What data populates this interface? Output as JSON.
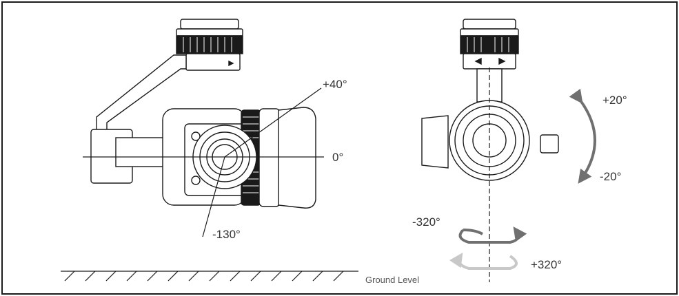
{
  "labels": {
    "pitch_up": "+40°",
    "pitch_zero": "0°",
    "pitch_down": "-130°",
    "roll_pos": "+20°",
    "roll_neg": "-20°",
    "yaw_neg": "-320°",
    "yaw_pos": "+320°",
    "ground": "Ground Level"
  },
  "colors": {
    "line": "#1a1a1a",
    "arrow_dark": "#707070",
    "arrow_light": "#c8c8c8"
  }
}
